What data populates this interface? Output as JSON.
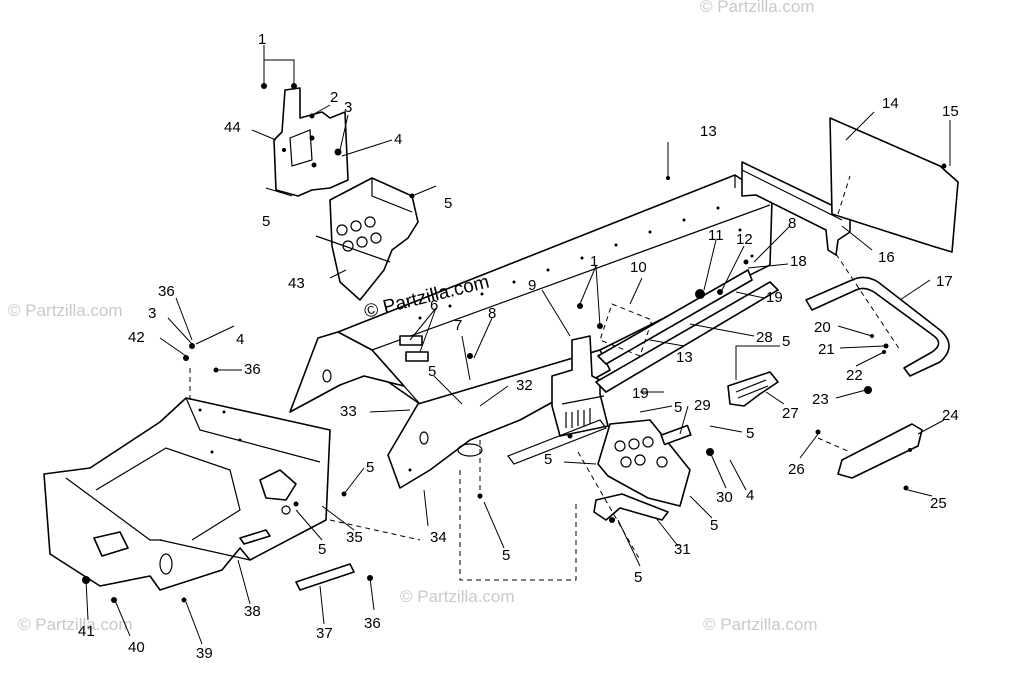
{
  "watermark": {
    "main": "© Partzilla.com",
    "faint": [
      "© Partzilla.com",
      "© Partzilla.com",
      "© Partzilla.com",
      "© Partzilla.com",
      "© Partzilla.com"
    ]
  },
  "callouts": {
    "c1a": "1",
    "c2": "2",
    "c3a": "3",
    "c4a": "4",
    "c44": "44",
    "c5a": "5",
    "c5b": "5",
    "c43": "43",
    "c6": "6",
    "c7": "7",
    "c8a": "8",
    "c9": "9",
    "c1b": "1",
    "c10": "10",
    "c11": "11",
    "c12": "12",
    "c13a": "13",
    "c13b": "13",
    "c14": "14",
    "c15": "15",
    "c16": "16",
    "c8b": "8",
    "c18": "18",
    "c19a": "19",
    "c28": "28",
    "c17": "17",
    "c5c": "5",
    "c20": "20",
    "c21": "21",
    "c22": "22",
    "c23": "23",
    "c27": "27",
    "c36a": "36",
    "c3b": "3",
    "c42": "42",
    "c4b": "4",
    "c36b": "36",
    "c5d": "5",
    "c32": "32",
    "c33": "33",
    "c19b": "19",
    "c5e": "5",
    "c29": "29",
    "c5f": "5",
    "c24": "24",
    "c26": "26",
    "c25": "25",
    "c5g": "5",
    "c30": "30",
    "c4c": "4",
    "c5h": "5",
    "c35": "35",
    "c5i": "5",
    "c34": "34",
    "c5j": "5",
    "c31": "31",
    "c5k": "5",
    "c38": "38",
    "c37": "37",
    "c36c": "36",
    "c41": "41",
    "c40": "40",
    "c39": "39",
    "c5l": "5"
  }
}
